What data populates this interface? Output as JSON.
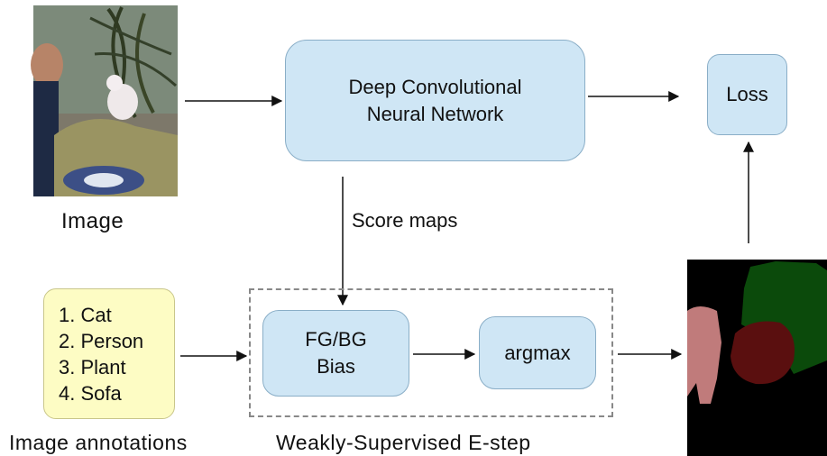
{
  "image_label": "Image",
  "dcnn_box": {
    "line1": "Deep Convolutional",
    "line2": "Neural Network"
  },
  "loss_box": "Loss",
  "score_maps_label": "Score maps",
  "annotations": {
    "items": [
      "1. Cat",
      "2. Person",
      "3. Plant",
      "4. Sofa"
    ],
    "caption": "Image annotations"
  },
  "fgbg_box": {
    "line1": "FG/BG",
    "line2": "Bias"
  },
  "argmax_box": "argmax",
  "estep_caption": "Weakly-Supervised E-step",
  "colors": {
    "box_fill": "#cfe6f5",
    "annotation_fill": "#fdfcc4",
    "segmentation_background": "#000000",
    "segmentation_person": "#c07b7b",
    "segmentation_plant": "#0b4a0b",
    "segmentation_cat": "#5a0f0f"
  }
}
